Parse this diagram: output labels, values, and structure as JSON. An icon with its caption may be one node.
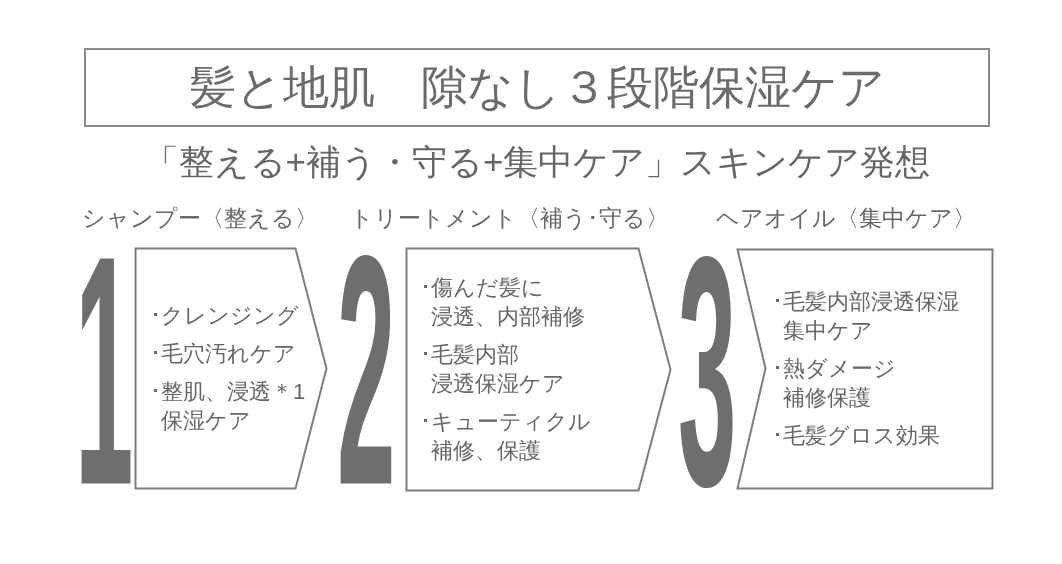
{
  "diagram": {
    "nodes": [
      {
        "text": [
          "髪と地肌　隙なし３段階保湿ケア"
        ]
      },
      {
        "text": [
          "シャンプー〈整える〉",
          "･クレンジング",
          "･毛穴汚れケア",
          "･整肌、浸透＊1保湿ケア"
        ],
        "beside": [
          "1"
        ]
      },
      {
        "text": [
          "トリートメント〈補う･守る〉",
          "･傷んだ髪に浸透、内部補修",
          "･毛髪内部浸透保湿ケア",
          "･キューティクル補修、保護"
        ],
        "beside": [
          "2"
        ]
      },
      {
        "text": [
          "ヘアオイル〈集中ケア〉",
          "･毛髪内部浸透保湿集中ケア",
          "･熱ダメージ補修保護",
          "･毛髪グロス効果"
        ],
        "beside": [
          "3"
        ]
      }
    ],
    "labels": [
      "「整える+補う・守る+集中ケア」スキンケア発想"
    ]
  }
}
